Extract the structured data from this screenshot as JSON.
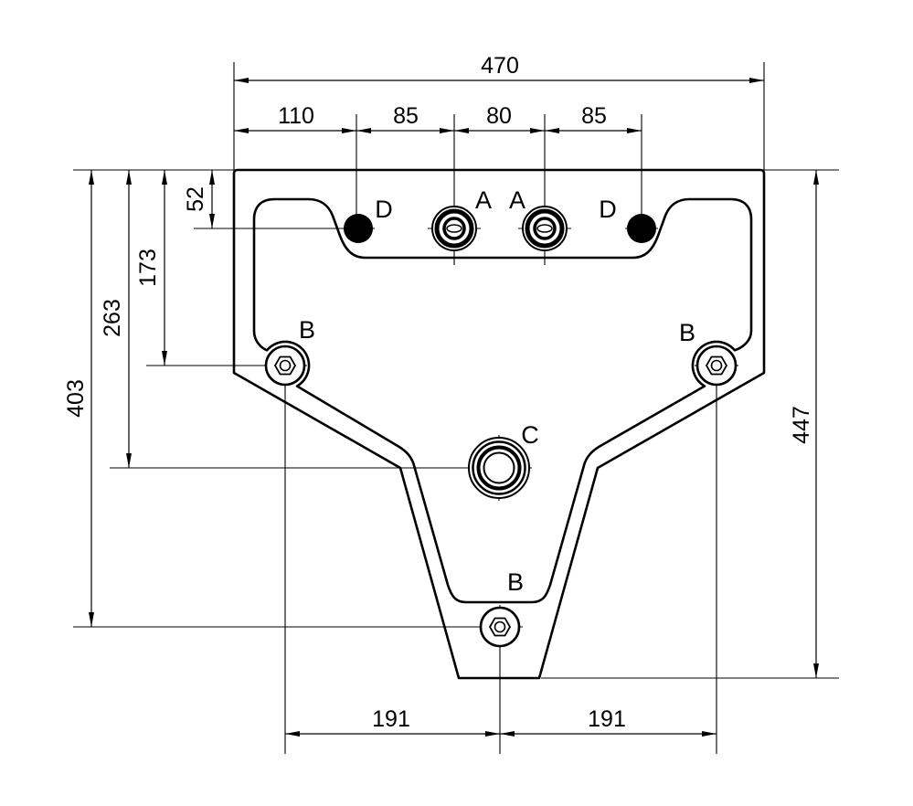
{
  "dimensions": {
    "overall_width": "470",
    "edge_to_d_left": "110",
    "d_left_to_a_left": "85",
    "a_left_to_a_right": "80",
    "a_right_to_d_right": "85",
    "top_to_d_a_center": "52",
    "top_to_b_upper": "173",
    "top_to_c": "263",
    "top_to_b_bottom": "403",
    "overall_height": "447",
    "b_left_to_b_bottom": "191",
    "b_bottom_to_b_right": "191"
  },
  "labels": {
    "d_left": "D",
    "a_left": "A",
    "a_right": "A",
    "d_right": "D",
    "b_left": "B",
    "b_right": "B",
    "c": "C",
    "b_bottom": "B"
  },
  "colors": {
    "line": "#000000",
    "background": "#ffffff"
  }
}
